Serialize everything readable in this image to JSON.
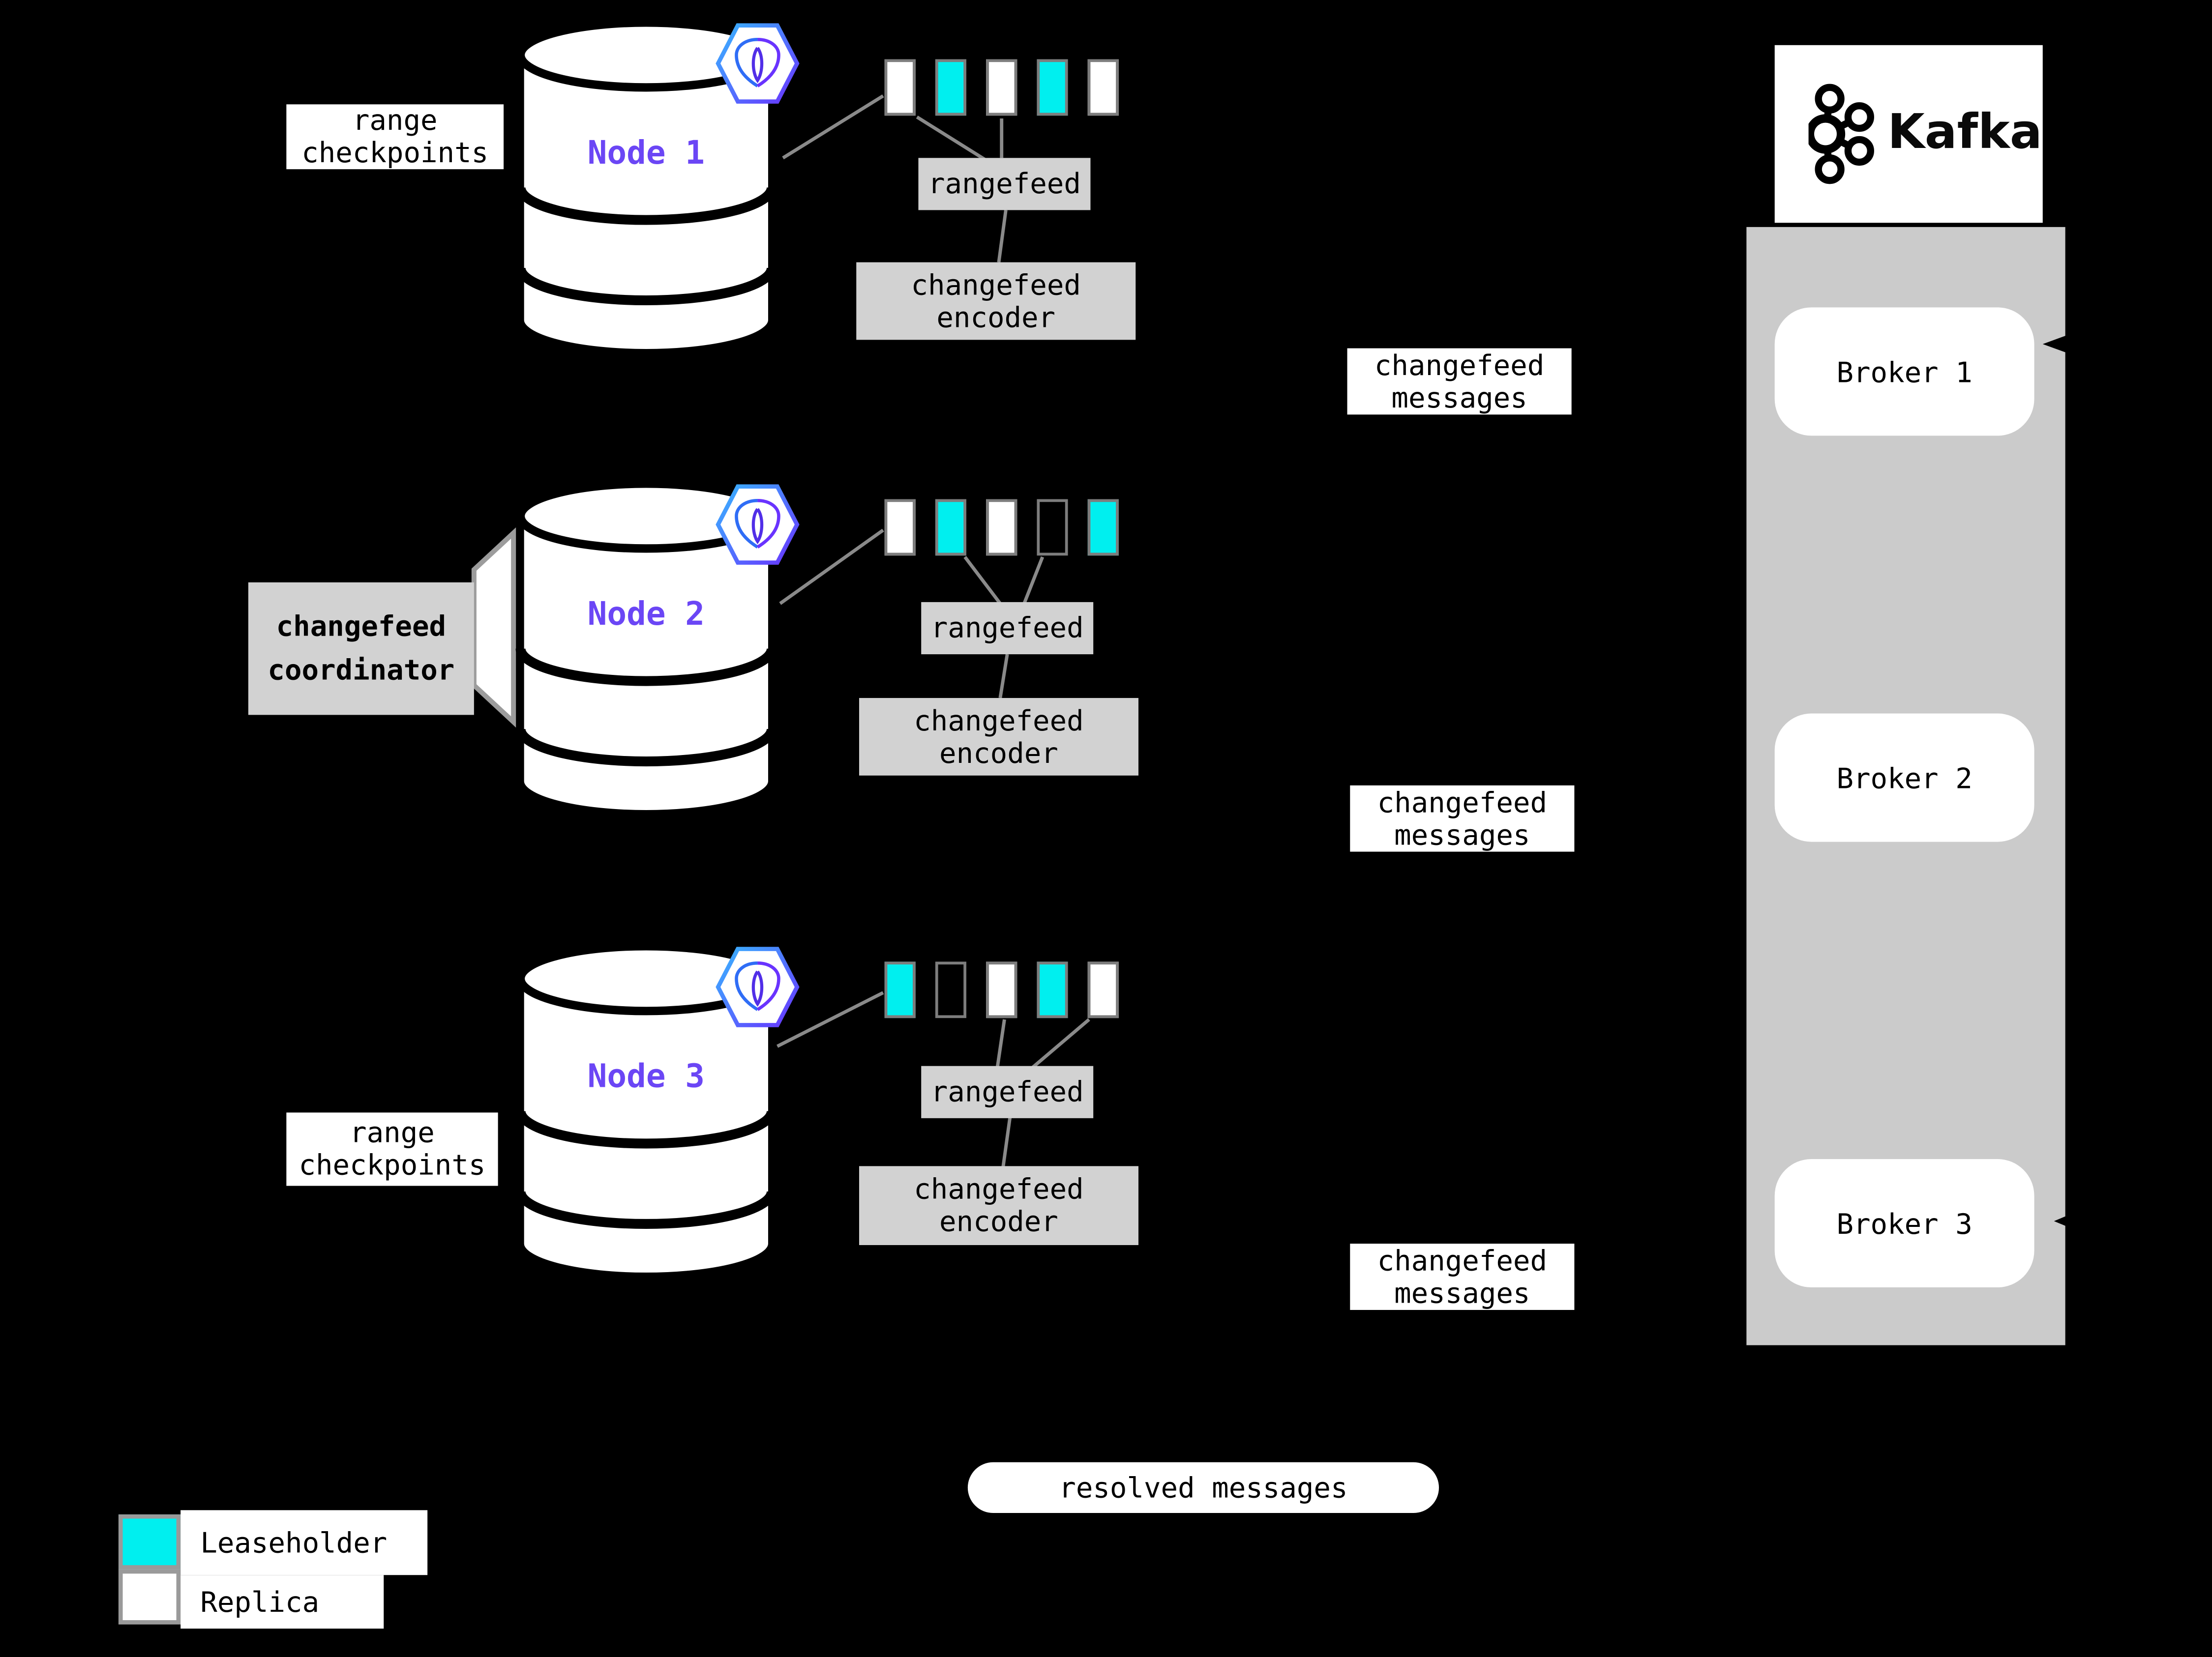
{
  "colors": {
    "leaseholder": "#00efef",
    "replica": "#ffffff",
    "transparent_range": "transparent",
    "box_gray": "#d2d2d2",
    "kafka_panel_gray": "#cbcbcb",
    "node_label_purple": "#6b46f5",
    "connector_gray": "#8a8a8a"
  },
  "nodes": [
    {
      "label": "Node 1",
      "side_note": {
        "line1": "range",
        "line2": "checkpoints"
      },
      "rangefeed_label": "rangefeed",
      "encoder": {
        "line1": "changefeed",
        "line2": "encoder"
      },
      "messages": {
        "line1": "changefeed",
        "line2": "messages"
      },
      "ranges": [
        "#ffffff",
        "#00efef",
        "#ffffff",
        "#00efef",
        "#ffffff"
      ]
    },
    {
      "label": "Node 2",
      "side_note": {
        "line1": "changefeed",
        "line2": "coordinator"
      },
      "rangefeed_label": "rangefeed",
      "encoder": {
        "line1": "changefeed",
        "line2": "encoder"
      },
      "messages": {
        "line1": "changefeed",
        "line2": "messages"
      },
      "ranges": [
        "#ffffff",
        "#00efef",
        "#ffffff",
        "transparent",
        "#00efef"
      ]
    },
    {
      "label": "Node 3",
      "side_note": {
        "line1": "range",
        "line2": "checkpoints"
      },
      "rangefeed_label": "rangefeed",
      "encoder": {
        "line1": "changefeed",
        "line2": "encoder"
      },
      "messages": {
        "line1": "changefeed",
        "line2": "messages"
      },
      "ranges": [
        "#00efef",
        "transparent",
        "#ffffff",
        "#00efef",
        "#ffffff"
      ]
    }
  ],
  "kafka": {
    "wordmark": "Kafka",
    "brokers": [
      "Broker 1",
      "Broker 2",
      "Broker 3"
    ]
  },
  "resolved_label": "resolved messages",
  "legend": {
    "items": [
      {
        "color": "#00efef",
        "label": "Leaseholder"
      },
      {
        "color": "#ffffff",
        "label": "Replica"
      }
    ]
  }
}
